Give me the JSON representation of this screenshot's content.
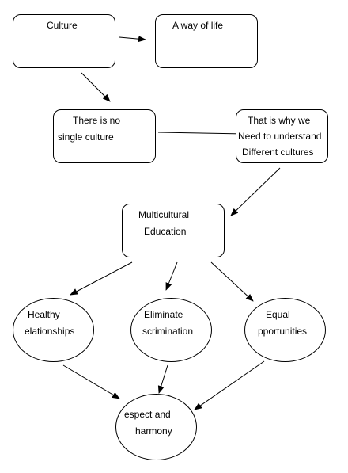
{
  "nodes": {
    "culture": {
      "lines": [
        "Culture"
      ]
    },
    "way_of_life": {
      "lines": [
        "A way of life"
      ]
    },
    "no_single": {
      "lines": [
        "There is no",
        "single culture"
      ]
    },
    "why_understand": {
      "lines": [
        "That is why we",
        "Need to understand",
        "Different cultures"
      ]
    },
    "multicultural": {
      "lines": [
        "Multicultural",
        "Education"
      ]
    },
    "healthy": {
      "lines": [
        "Healthy",
        "elationships"
      ]
    },
    "eliminate": {
      "lines": [
        "Eliminate",
        "scrimination"
      ]
    },
    "equal": {
      "lines": [
        "Equal",
        "pportunities"
      ]
    },
    "respect": {
      "lines": [
        "espect and",
        "harmony"
      ]
    }
  }
}
